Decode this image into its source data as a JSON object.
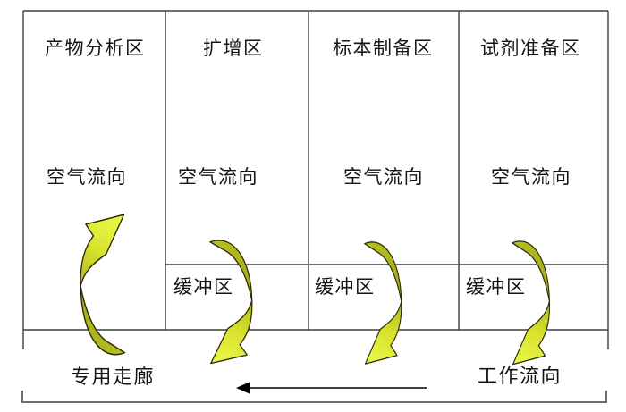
{
  "diagram": {
    "title_hint": "PCR laboratory zoning and airflow schematic",
    "zones": [
      {
        "title": "产物分析区",
        "air_label": "空气流向",
        "buffer_label": ""
      },
      {
        "title": "扩增区",
        "air_label": "空气流向",
        "buffer_label": "缓冲区"
      },
      {
        "title": "标本制备区",
        "air_label": "空气流向",
        "buffer_label": "缓冲区"
      },
      {
        "title": "试剂准备区",
        "air_label": "空气流向",
        "buffer_label": "缓冲区"
      }
    ],
    "corridor_label": "专用走廊",
    "workflow_label": "工作流向",
    "colors": {
      "arrow_bright": "#e6ef3e",
      "arrow_dark": "#a9af1b",
      "arrow_outline": "#2a2a08",
      "wall_line": "#3f3f3f",
      "outer_bottom_line": "#6f6f6f",
      "workflow_arrow": "#000000"
    }
  }
}
